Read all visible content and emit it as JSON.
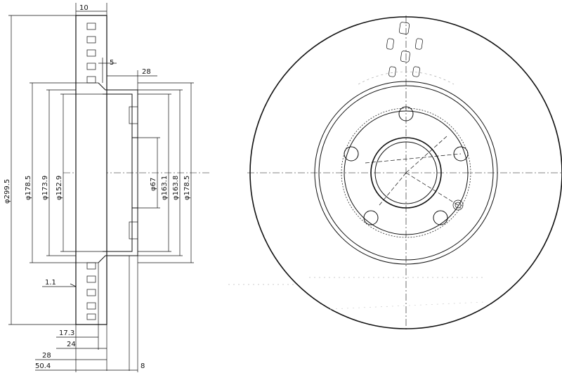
{
  "side_view": {
    "dimensions": {
      "top_thickness": "10",
      "top_offset": "5",
      "hat_depth": "28",
      "d_outer": "φ299.5",
      "d_178_5_left": "φ178.5",
      "d_173_9": "φ173.9",
      "d_152_9": "φ152.9",
      "d_67": "φ67",
      "d_163_1": "φ163.1",
      "d_163_8": "φ163.8",
      "d_178_5_right": "φ178.5",
      "step": "1.1",
      "w_17_3": "17.3",
      "w_24": "24",
      "w_28": "28",
      "w_50_4": "50.4",
      "w_8": "8"
    }
  }
}
